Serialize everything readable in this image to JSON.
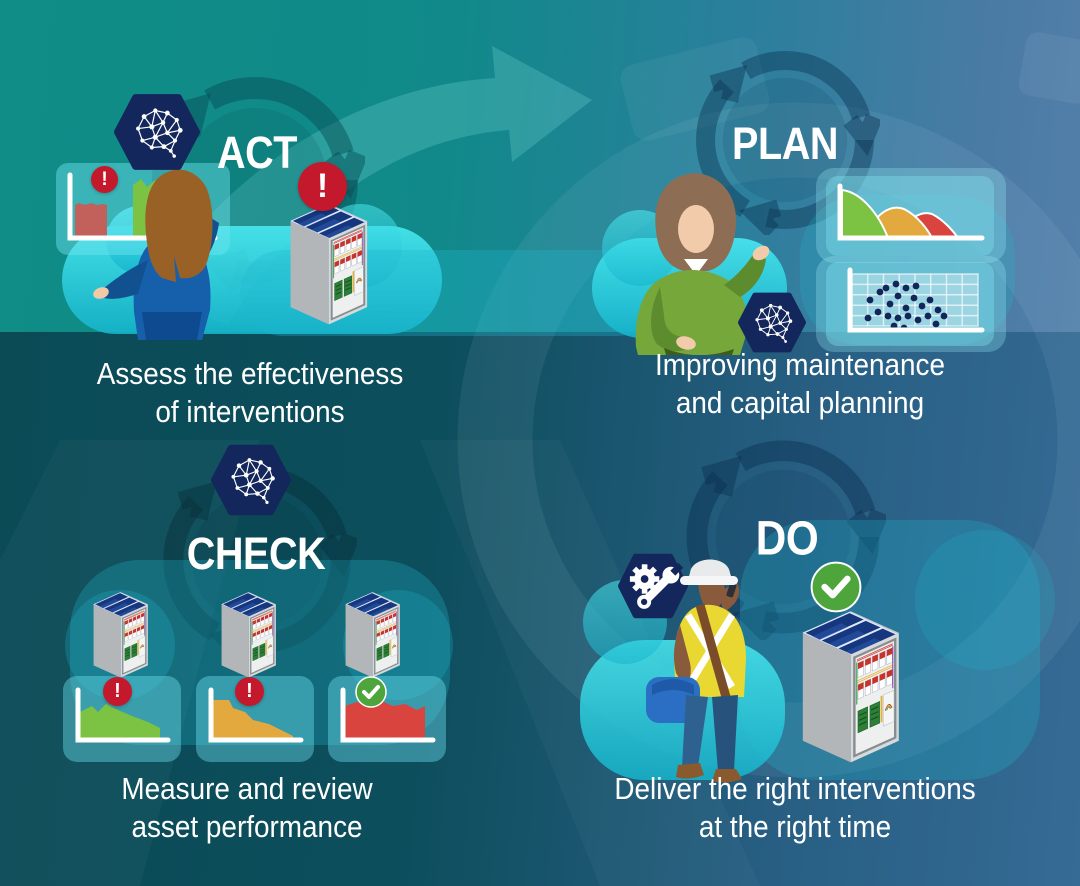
{
  "page": {
    "title": "Plan, Do, Check, Act asset management cycle infographic"
  },
  "quadrants": {
    "act": {
      "label": "ACT",
      "caption": [
        "Assess the effectiveness",
        "of interventions"
      ]
    },
    "plan": {
      "label": "PLAN",
      "caption": [
        "Improving maintenance",
        "and capital planning"
      ]
    },
    "check": {
      "label": "CHECK",
      "caption": [
        "Measure and review",
        "asset performance"
      ]
    },
    "do": {
      "label": "DO",
      "caption": [
        "Deliver the right interventions",
        "at the right time"
      ]
    }
  },
  "icons": {
    "warning_glyph": "!",
    "names": [
      "ai-brain-icon",
      "gear-wrench-icon",
      "warning-icon",
      "success-check-icon",
      "cycle-ring-icon",
      "curved-arrow-icon",
      "electrical-cabinet",
      "cloud-shape"
    ]
  },
  "figures": [
    "analyst-woman-back-view",
    "planner-woman-gesturing",
    "field-worker-hard-hat"
  ],
  "mini_charts": [
    {
      "quadrant": "act",
      "type": "area",
      "note": "red and green area blocks with warning badge"
    },
    {
      "quadrant": "plan",
      "type": "area",
      "note": "green, orange, red decay curves"
    },
    {
      "quadrant": "plan",
      "type": "scatter",
      "note": "dark navy dots over light grid"
    },
    {
      "quadrant": "check",
      "type": "area",
      "note": "green declining area, warning badge"
    },
    {
      "quadrant": "check",
      "type": "area",
      "note": "orange declining area, warning badge"
    },
    {
      "quadrant": "check",
      "type": "area",
      "note": "red high flat area, success badge"
    }
  ],
  "colors": {
    "teal_bg": "#0f8d86",
    "steel_blue_bg": "#4a7ba5",
    "dark_teal_band": "#0a4b56",
    "dark_blue_band": "#356b95",
    "navy_hexagon": "#13275c",
    "warning_red": "#c4182c",
    "success_green": "#4ea53b",
    "cloud_cyan": "#2fd9e5",
    "chart_green": "#7cc243",
    "chart_orange": "#e3a93f",
    "chart_red": "#d9453e",
    "text": "#ffffff"
  }
}
